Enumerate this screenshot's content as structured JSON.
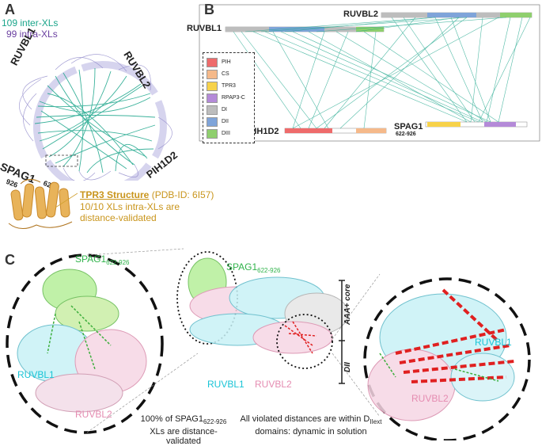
{
  "panelA": {
    "letter": "A",
    "inter_count": "109 inter-XLs",
    "intra_count": "99 intra-XLs",
    "labels": {
      "ruvbl1": "RUVBL1",
      "ruvbl2": "RUVBL2",
      "pih1d2": "PIH1D2",
      "spag1": "SPAG1",
      "spag1_start": "622-",
      "spag1_end": "926"
    },
    "tpr3_title": "TPR3 Structure",
    "tpr3_pdb": " (PDB-ID: 6I57)",
    "tpr3_note": "10/10 XLs intra-XLs are distance-validated"
  },
  "panelB": {
    "letter": "B",
    "labels": {
      "ruvbl1": "RUVBL1",
      "ruvbl2": "RUVBL2",
      "pih1d2": "PIH1D2",
      "spag1": "SPAG1",
      "spag1_range": "622-926"
    },
    "legend": [
      {
        "label": "PIH",
        "color": "#ee6b6b"
      },
      {
        "label": "CS",
        "color": "#f5b98a"
      },
      {
        "label": "TPR3",
        "color": "#f7d24a"
      },
      {
        "label": "RPAP3-C",
        "color": "#b48ad8"
      },
      {
        "label": "DI",
        "color": "#bdbdbd"
      },
      {
        "label": "DII",
        "color": "#7fa4d9"
      },
      {
        "label": "DIII",
        "color": "#8fcf6e"
      }
    ]
  },
  "panelC": {
    "letter": "C",
    "spag1_left": "SPAG1",
    "spag1_left_sub": "622-926",
    "spag1_mid": "SPAG1",
    "spag1_mid_sub": "622-926",
    "ruvbl1_left": "RUVBL1",
    "ruvbl2_left": "RUVBL2",
    "ruvbl1_mid": "RUVBL1",
    "ruvbl2_mid": "RUVBL2",
    "ruvbl1_right": "RUVBL1",
    "ruvbl2_right": "RUVBL2",
    "aaa_core": "AAA+ core",
    "dii": "DII",
    "caption_left_1": "100% of SPAG1",
    "caption_left_sub": "622-926",
    "caption_left_2": "XLs are distance-",
    "caption_left_3": "validated",
    "caption_right_1": "All violated distances are within D",
    "caption_right_sub": "IIext",
    "caption_right_2": "domains: dynamic in solution"
  }
}
